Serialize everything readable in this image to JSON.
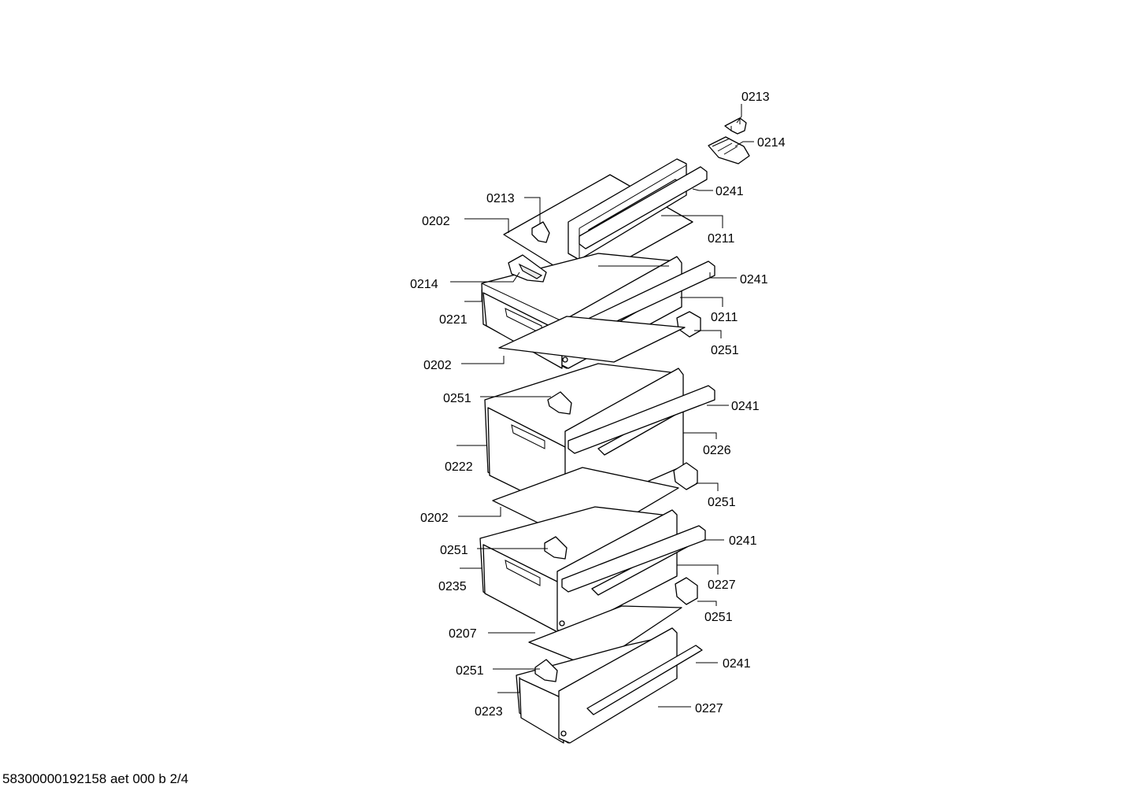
{
  "document_id": "58300000192158 aet 000 b 2/4",
  "callouts": [
    {
      "label": "0213"
    },
    {
      "label": "0214"
    },
    {
      "label": "0241"
    },
    {
      "label": "0213"
    },
    {
      "label": "0202"
    },
    {
      "label": "0211"
    },
    {
      "label": "0214"
    },
    {
      "label": "0241"
    },
    {
      "label": "0221"
    },
    {
      "label": "0211"
    },
    {
      "label": "0251"
    },
    {
      "label": "0202"
    },
    {
      "label": "0251"
    },
    {
      "label": "0241"
    },
    {
      "label": "0226"
    },
    {
      "label": "0222"
    },
    {
      "label": "0251"
    },
    {
      "label": "0202"
    },
    {
      "label": "0241"
    },
    {
      "label": "0251"
    },
    {
      "label": "0227"
    },
    {
      "label": "0235"
    },
    {
      "label": "0251"
    },
    {
      "label": "0207"
    },
    {
      "label": "0241"
    },
    {
      "label": "0251"
    },
    {
      "label": "0223"
    },
    {
      "label": "0227"
    }
  ]
}
